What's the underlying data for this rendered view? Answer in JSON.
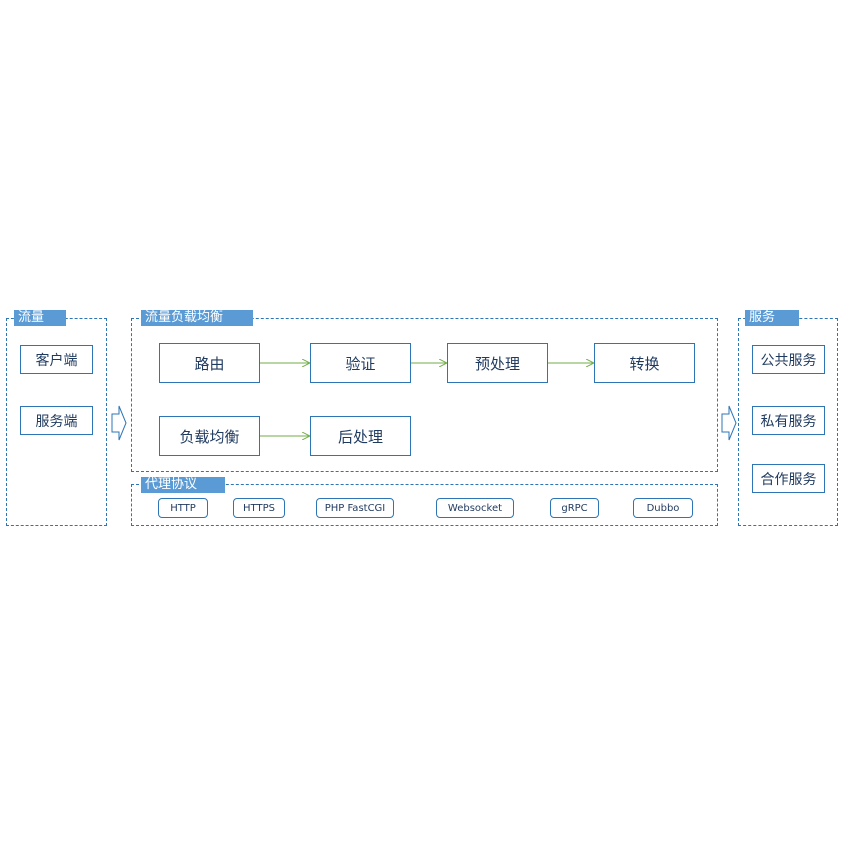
{
  "traffic": {
    "title": "流量",
    "items": [
      "客户端",
      "服务端"
    ]
  },
  "balancer": {
    "title": "流量负载均衡",
    "row1": [
      "路由",
      "验证",
      "预处理",
      "转换"
    ],
    "row2": [
      "负载均衡",
      "后处理"
    ]
  },
  "proxy": {
    "title": "代理协议",
    "protocols": [
      "HTTP",
      "HTTPS",
      "PHP FastCGI",
      "Websocket",
      "gRPC",
      "Dubbo"
    ]
  },
  "services": {
    "title": "服务",
    "items": [
      "公共服务",
      "私有服务",
      "合作服务"
    ]
  },
  "colors": {
    "border": "#2e75b6",
    "title_bg": "#5b9bd5",
    "arrow": "#70ad47"
  }
}
